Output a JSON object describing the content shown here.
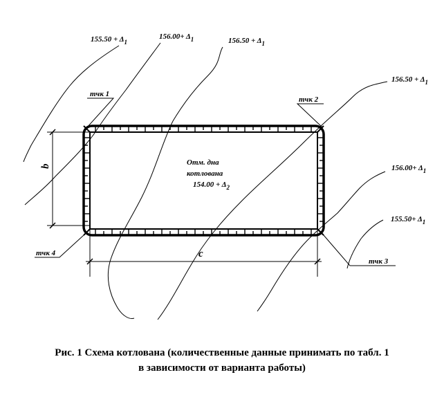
{
  "contours": [
    {
      "main": "155.50 + Δ",
      "sub": "1"
    },
    {
      "main": "156.00+ Δ",
      "sub": "1"
    },
    {
      "main": "156.50 + Δ",
      "sub": "1"
    },
    {
      "main": "156.50 + Δ",
      "sub": "1"
    },
    {
      "main": "156.00+ Δ",
      "sub": "1"
    },
    {
      "main": "155.50+ Δ",
      "sub": "1"
    }
  ],
  "points": [
    "тчк 1",
    "тчк 2",
    "тчк 3",
    "тчк 4"
  ],
  "dimensions": {
    "width_label": "c",
    "height_label": "b"
  },
  "pit_bottom": {
    "line1": "Отм. дна",
    "line2": "котлована",
    "elev_main": "154.00 + Δ",
    "elev_sub": "2"
  },
  "caption": {
    "line1": "Рис. 1   Схема котлована  (количественные данные принимать по табл. 1",
    "line2": "в зависимости от варианта работы)"
  },
  "colors": {
    "ink": "#000000",
    "background": "#ffffff"
  }
}
